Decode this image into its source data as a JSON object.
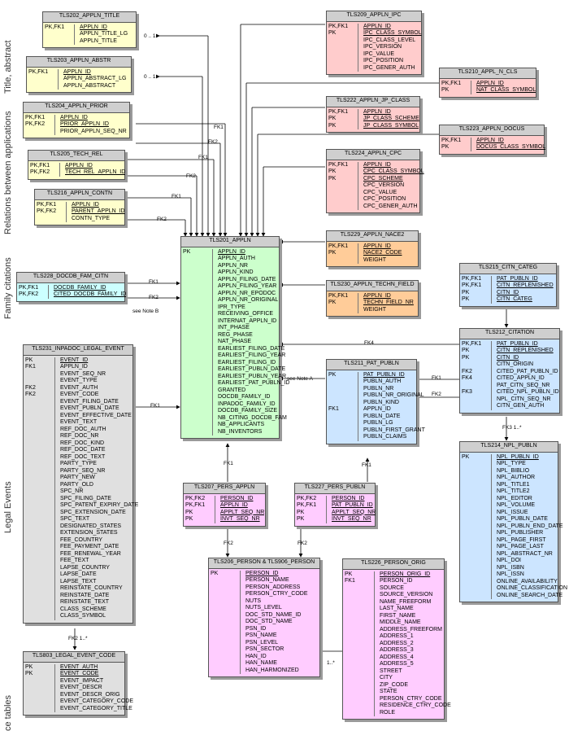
{
  "sections": {
    "title_abstract": "Title, abstract",
    "relations": "Relations between applications",
    "family": "Family citations",
    "legal": "Legal Events",
    "reference": "ce tables"
  },
  "tables": {
    "t202": {
      "title": "TLS202_APPLN_TITLE",
      "keys": [
        "PK,FK1",
        "",
        ""
      ],
      "fields": [
        "APPLN_ID",
        "APPLN_TITLE_LG",
        "APPLN_TITLE"
      ]
    },
    "t203": {
      "title": "TLS203_APPLN_ABSTR",
      "keys": [
        "PK,FK1",
        "",
        ""
      ],
      "fields": [
        "APPLN_ID",
        "APPLN_ABSTRACT_LG",
        "APPLN_ABSTRACT"
      ]
    },
    "t204": {
      "title": "TLS204_APPLN_PRIOR",
      "keys": [
        "PK,FK1",
        "PK,FK2",
        ""
      ],
      "fields": [
        "APPLN_ID",
        "PRIOR_APPLN_ID",
        "PRIOR_APPLN_SEQ_NR"
      ]
    },
    "t205": {
      "title": "TLS205_TECH_REL",
      "keys": [
        "PK,FK1",
        "PK,FK2"
      ],
      "fields": [
        "APPLN_ID",
        "TECH_REL_APPLN_ID"
      ]
    },
    "t216": {
      "title": "TLS216_APPLN_CONTN",
      "keys": [
        "PK,FK1",
        "PK,FK2",
        ""
      ],
      "fields": [
        "APPLN_ID",
        "PARENT_APPLN_ID",
        "CONTN_TYPE"
      ]
    },
    "t228": {
      "title": "TLS228_DOCDB_FAM_CITN",
      "keys": [
        "PK,FK1",
        "PK,FK2"
      ],
      "fields": [
        "DOCDB_FAMILY_ID",
        "CITED_DOCDB_FAMILY_ID"
      ]
    },
    "t231": {
      "title": "TLS231_INPADOC_LEGAL_EVENT",
      "keys": [
        "PK",
        "FK1",
        "",
        "",
        "FK2",
        "FK2"
      ],
      "fields": [
        "EVENT_ID",
        "APPLN_ID",
        "EVENT_SEQ_NR",
        "EVENT_TYPE",
        "EVENT_AUTH",
        "EVENT_CODE",
        "EVENT_FILING_DATE",
        "EVENT_PUBLN_DATE",
        "EVENT_EFFECTIVE_DATE",
        "EVENT_TEXT",
        "REF_DOC_AUTH",
        "REF_DOC_NR",
        "REF_DOC_KIND",
        "REF_DOC_DATE",
        "REF_DOC_TEXT",
        "PARTY_TYPE",
        "PARTY_SEQ_NR",
        "PARTY_NEW",
        "PARTY_OLD",
        "SPC_NR",
        "SPC_FILING_DATE",
        "SPC_PATENT_EXPIRY_DATE",
        "SPC_EXTENSION_DATE",
        "SPC_TEXT",
        "DESIGNATED_STATES",
        "EXTENSION_STATES",
        "FEE_COUNTRY",
        "FEE_PAYMENT_DATE",
        "FEE_RENEWAL_YEAR",
        "FEE_TEXT",
        "LAPSE_COUNTRY",
        "LAPSE_DATE",
        "LAPSE_TEXT",
        "REINSTATE_COUNTRY",
        "REINSTATE_DATE",
        "REINSTATE_TEXT",
        "CLASS_SCHEME",
        "CLASS_SYMBOL"
      ]
    },
    "t803": {
      "title": "TLS803_LEGAL_EVENT_CODE",
      "keys": [
        "PK",
        "PK"
      ],
      "fields": [
        "EVENT_AUTH",
        "EVENT_CODE",
        "EVENT_IMPACT",
        "EVENT_DESCR",
        "EVENT_DESCR_ORIG",
        "EVENT_CATEGORY_CODE",
        "EVENT_CATEGORY_TITLE"
      ]
    },
    "t201": {
      "title": "TLS201_APPLN",
      "keys": [
        "PK"
      ],
      "fields": [
        "APPLN_ID",
        "APPLN_AUTH",
        "APPLN_NR",
        "APPLN_KIND",
        "APPLN_FILING_DATE",
        "APPLN_FILING_YEAR",
        "APPLN_NR_EPODOC",
        "APPLN_NR_ORIGINAL",
        "IPR_TYPE",
        "RECEIVING_OFFICE",
        "INTERNAT_APPLN_ID",
        "INT_PHASE",
        "REG_PHASE",
        "NAT_PHASE",
        "EARLIEST_FILING_DATE",
        "EARLIEST_FILING_YEAR",
        "EARLIEST_FILING_ID",
        "EARLIEST_PUBLN_DATE",
        "EARLIEST_PUBLN_YEAR",
        "EARLIEST_PAT_PUBLN_ID",
        "GRANTED",
        "DOCDB_FAMILY_ID",
        "INPADOC_FAMILY_ID",
        "DOCDB_FAMILY_SIZE",
        "NB_CITING_DOCDB_FAM",
        "NB_APPLICANTS",
        "NB_INVENTORS"
      ]
    },
    "t209": {
      "title": "TLS209_APPLN_IPC",
      "keys": [
        "PK,FK1",
        "PK"
      ],
      "fields": [
        "APPLN_ID",
        "IPC_CLASS_SYMBOL",
        "IPC_CLASS_LEVEL",
        "IPC_VERSION",
        "IPC_VALUE",
        "IPC_POSITION",
        "IPC_GENER_AUTH"
      ]
    },
    "t210": {
      "title": "TLS210_APPL_N_CLS",
      "keys": [
        "PK,FK1",
        "PK"
      ],
      "fields": [
        "APPLN_ID",
        "NAT_CLASS_SYMBOL"
      ]
    },
    "t222": {
      "title": "TLS222_APPLN_JP_CLASS",
      "keys": [
        "PK,FK1",
        "PK",
        "PK"
      ],
      "fields": [
        "APPLN_ID",
        "JP_CLASS_SCHEME",
        "JP_CLASS_SYMBOL"
      ]
    },
    "t223": {
      "title": "TLS223_APPLN_DOCUS",
      "keys": [
        "PK,FK1",
        "PK"
      ],
      "fields": [
        "APPLN_ID",
        "DOCUS_CLASS_SYMBOL"
      ]
    },
    "t224": {
      "title": "TLS224_APPLN_CPC",
      "keys": [
        "PK,FK1",
        "PK",
        "PK"
      ],
      "fields": [
        "APPLN_ID",
        "CPC_CLASS_SYMBOL",
        "CPC_SCHEME",
        "CPC_VERSION",
        "CPC_VALUE",
        "CPC_POSITION",
        "CPC_GENER_AUTH"
      ]
    },
    "t229": {
      "title": "TLS229_APPLN_NACE2",
      "keys": [
        "PK,FK1",
        "PK"
      ],
      "fields": [
        "APPLN_ID",
        "NACE2_CODE",
        "WEIGHT"
      ]
    },
    "t230": {
      "title": "TLS230_APPLN_TECHN_FIELD",
      "keys": [
        "PK,FK1",
        "PK"
      ],
      "fields": [
        "APPLN_ID",
        "TECHN_FIELD_NR",
        "WEIGHT"
      ]
    },
    "t215": {
      "title": "TLS215_CITN_CATEG",
      "keys": [
        "PK,FK1",
        "PK,FK1",
        "PK",
        "PK"
      ],
      "fields": [
        "PAT_PUBLN_ID",
        "CITN_REPLENISHED",
        "CITN_ID",
        "CITN_CATEG"
      ]
    },
    "t212": {
      "title": "TLS212_CITATION",
      "keys": [
        "PK,FK1",
        "PK",
        "PK",
        "",
        "FK2",
        "FK4",
        "",
        "FK3"
      ],
      "fields": [
        "PAT_PUBLN_ID",
        "CITN_REPLENISHED",
        "CITN_ID",
        "CITN_ORIGIN",
        "CITED_PAT_PUBLN_ID",
        "CITED_APPLN_ID",
        "PAT_CITN_SEQ_NR",
        "CITED_NPL_PUBLN_ID",
        "NPL_CITN_SEQ_NR",
        "CITN_GEN_AUTH"
      ]
    },
    "t211": {
      "title": "TLS211_PAT_PUBLN",
      "keys": [
        "PK",
        "",
        "",
        "",
        "",
        "FK1"
      ],
      "fields": [
        "PAT_PUBLN_ID",
        "PUBLN_AUTH",
        "PUBLN_NR",
        "PUBLN_NR_ORIGINAL",
        "PUBLN_KIND",
        "APPLN_ID",
        "PUBLN_DATE",
        "PUBLN_LG",
        "PUBLN_FIRST_GRANT",
        "PUBLN_CLAIMS"
      ]
    },
    "t214": {
      "title": "TLS214_NPL_PUBLN",
      "keys": [
        "PK"
      ],
      "fields": [
        "NPL_PUBLN_ID",
        "NPL_TYPE",
        "NPL_BIBLIO",
        "NPL_AUTHOR",
        "NPL_TITLE1",
        "NPL_TITLE2",
        "NPL_EDITOR",
        "NPL_VOLUME",
        "NPL_ISSUE",
        "NPL_PUBLN_DATE",
        "NPL_PUBLN_END_DATE",
        "NPL_PUBLISHER",
        "NPL_PAGE_FIRST",
        "NPL_PAGE_LAST",
        "NPL_ABSTRACT_NR",
        "NPL_DOI",
        "NPL_ISBN",
        "NPL_ISSN",
        "ONLINE_AVAILABILITY",
        "ONLINE_CLASSIFICATION",
        "ONLINE_SEARCH_DATE"
      ]
    },
    "t207": {
      "title": "TLS207_PERS_APPLN",
      "keys": [
        "PK,FK2",
        "PK,FK1",
        "PK",
        "PK"
      ],
      "fields": [
        "PERSON_ID",
        "APPLN_ID",
        "APPLT_SEQ_NR",
        "INVT_SEQ_NR"
      ]
    },
    "t227": {
      "title": "TLS227_PERS_PUBLN",
      "keys": [
        "PK,FK2",
        "PK,FK1",
        "PK",
        "PK"
      ],
      "fields": [
        "PERSON_ID",
        "PAT_PUBLN_ID",
        "APPLT_SEQ_NR",
        "INVT_SEQ_NR"
      ]
    },
    "t206": {
      "title": "TLS206_PERSON & TLS906_PERSON",
      "keys": [
        "PK"
      ],
      "fields": [
        "PERSON_ID",
        "PERSON_NAME",
        "PERSON_ADDRESS",
        "PERSON_CTRY_CODE",
        "NUTS",
        "NUTS_LEVEL",
        "DOC_STD_NAME_ID",
        "DOC_STD_NAME",
        "PSN_ID",
        "PSN_NAME",
        "PSN_LEVEL",
        "PSN_SECTOR",
        "HAN_ID",
        "HAN_NAME",
        "HAN_HARMONIZED"
      ]
    },
    "t226": {
      "title": "TLS226_PERSON_ORIG",
      "keys": [
        "PK",
        "FK1"
      ],
      "fields": [
        "PERSON_ORIG_ID",
        "PERSON_ID",
        "SOURCE",
        "SOURCE_VERSION",
        "NAME_FREEFORM",
        "LAST_NAME",
        "FIRST_NAME",
        "MIDDLE_NAME",
        "ADDRESS_FREEFORM",
        "ADDRESS_1",
        "ADDRESS_2",
        "ADDRESS_3",
        "ADDRESS_4",
        "ADDRESS_5",
        "STREET",
        "CITY",
        "ZIP_CODE",
        "STATE",
        "PERSON_CTRY_CODE",
        "RESIDENCE_CTRY_CODE",
        "ROLE"
      ]
    }
  },
  "labels": {
    "fk1": "FK1",
    "fk2": "FK2",
    "fk3": "FK3",
    "fk4": "FK4",
    "zero_one_a": "0 .. 1",
    "zero_one_b": "0 .. 1",
    "note_b": "see Note B",
    "note_a": "see Note A",
    "star": "*",
    "one_many": "1..*",
    "fk3_one_many": "FK3 1..*",
    "fk2_one_many": "FK2 1..*"
  }
}
